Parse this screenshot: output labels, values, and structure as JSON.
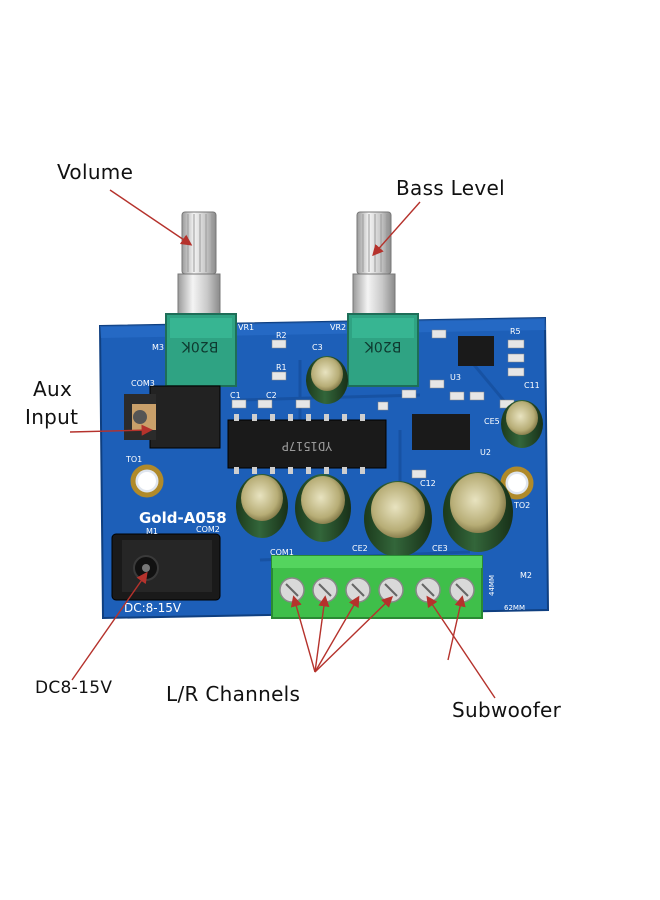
{
  "callouts": {
    "volume": "Volume",
    "bass_level": "Bass Level",
    "aux_input_line1": "Aux",
    "aux_input_line2": "Input",
    "dc": "DC8-15V",
    "lr_channels": "L/R Channels",
    "subwoofer": "Subwoofer"
  },
  "board": {
    "model": "Gold-A058",
    "power_label": "DC:8-15V",
    "pot_label": "B20K",
    "chip_label": "YD1517P",
    "dim_height": "44MM",
    "dim_width": "62MM",
    "silk": {
      "vr1": "VR1",
      "vr2": "VR2",
      "m3": "M3",
      "r2": "R2",
      "r1": "R1",
      "c3": "C3",
      "com3": "COM3",
      "com2": "COM2",
      "com1": "COM1",
      "to1": "TO1",
      "to2": "TO2",
      "c1": "C1",
      "c2": "C2",
      "u3": "U3",
      "u2": "U2",
      "c11": "C11",
      "c12": "C12",
      "ce2": "CE2",
      "ce3": "CE3",
      "ce5": "CE5",
      "m1": "M1",
      "m2": "M2",
      "r5": "R5"
    }
  },
  "colors": {
    "pcb": "#1d5fb8",
    "pcb_dark": "#134a93",
    "terminal": "#3fbf4a",
    "pot_body": "#2fa383",
    "arrow": "#b5322c"
  }
}
